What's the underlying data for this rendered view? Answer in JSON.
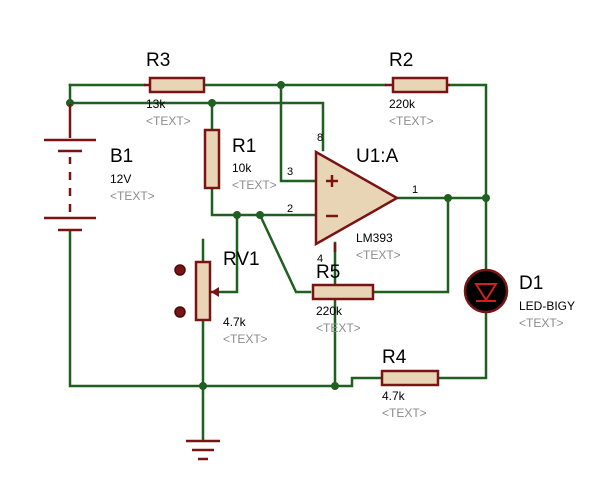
{
  "components": {
    "r3": {
      "ref": "R3",
      "value": "13k",
      "text": "<TEXT>"
    },
    "r2": {
      "ref": "R2",
      "value": "220k",
      "text": "<TEXT>"
    },
    "r1": {
      "ref": "R1",
      "value": "10k",
      "text": "<TEXT>"
    },
    "b1": {
      "ref": "B1",
      "value": "12V",
      "text": "<TEXT>"
    },
    "u1": {
      "ref": "U1:A",
      "value": "LM393",
      "text": "<TEXT>",
      "pin_noninv": "3",
      "pin_inv": "2",
      "pin_out": "1",
      "pin_vcc": "8",
      "pin_gnd": "4"
    },
    "rv1": {
      "ref": "RV1",
      "value": "4.7k",
      "text": "<TEXT>"
    },
    "r5": {
      "ref": "R5",
      "value": "220k",
      "text": "<TEXT>"
    },
    "d1": {
      "ref": "D1",
      "value": "LED-BIGY",
      "text": "<TEXT>"
    },
    "r4": {
      "ref": "R4",
      "value": "4.7k",
      "text": "<TEXT>"
    }
  },
  "colors": {
    "wire": "#1f5f1f",
    "component": "#7a1414",
    "resistor_body": "#e8d5b5",
    "placeholder_text": "#8c8c8c"
  }
}
